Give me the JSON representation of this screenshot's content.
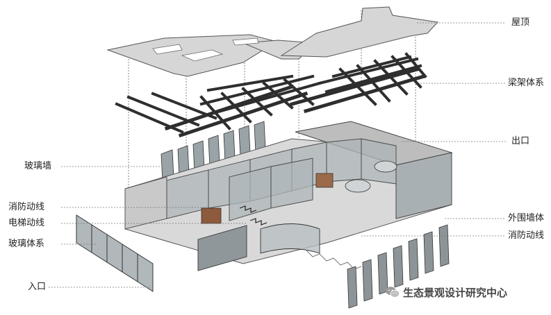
{
  "labels": {
    "roof": "屋顶",
    "beam_system": "梁架体系",
    "exit": "出口",
    "glass_wall": "玻璃墙",
    "fire_route_left": "消防动线",
    "elevator_route": "电梯动线",
    "glass_system": "玻璃体系",
    "entrance": "入口",
    "outer_wall": "外围墙体",
    "fire_route_right": "消防动线"
  },
  "watermark": {
    "text": "生态景观设计研究中心",
    "icon": "wechat-icon"
  },
  "colors": {
    "roof_fill": "#d6d6d6",
    "roof_stroke": "#555555",
    "beam": "#2e2e2e",
    "glass": "#9aa3a6",
    "wall": "#c9c9c9",
    "leader": "#777777"
  }
}
